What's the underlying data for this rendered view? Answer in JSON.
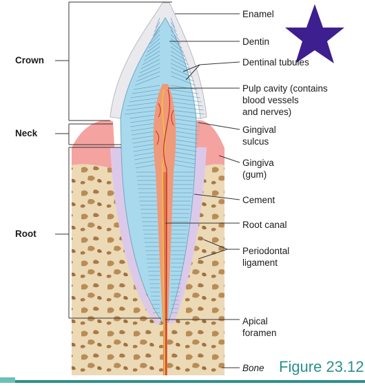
{
  "labels": {
    "enamel": "Enamel",
    "dentin": "Dentin",
    "dentinal_tubules": "Dentinal tubules",
    "pulp_cavity": [
      "Pulp cavity (contains",
      "blood vessels",
      "and nerves)"
    ],
    "gingival_sulcus": [
      "Gingival",
      "sulcus"
    ],
    "gingiva": [
      "Gingiva",
      "(gum)"
    ],
    "cement": "Cement",
    "root_canal": "Root canal",
    "periodontal_ligament": [
      "Periodontal",
      "ligament"
    ],
    "apical_foramen": [
      "Apical",
      "foramen"
    ],
    "bone": "Bone"
  },
  "regions": {
    "crown": "Crown",
    "neck": "Neck",
    "root": "Root"
  },
  "figure_label": "Figure 23.12",
  "colors": {
    "star": "#3d1f8f",
    "dentin": "#a8d8ea",
    "enamel": "#e8e8ec",
    "gum": "#f4a3a0",
    "bone": "#e8d6b4",
    "bone_spots": "#b98c56",
    "pulp": "#e88d6f",
    "ligament": "#d9c7e8",
    "accent": "#2a8f8a"
  }
}
